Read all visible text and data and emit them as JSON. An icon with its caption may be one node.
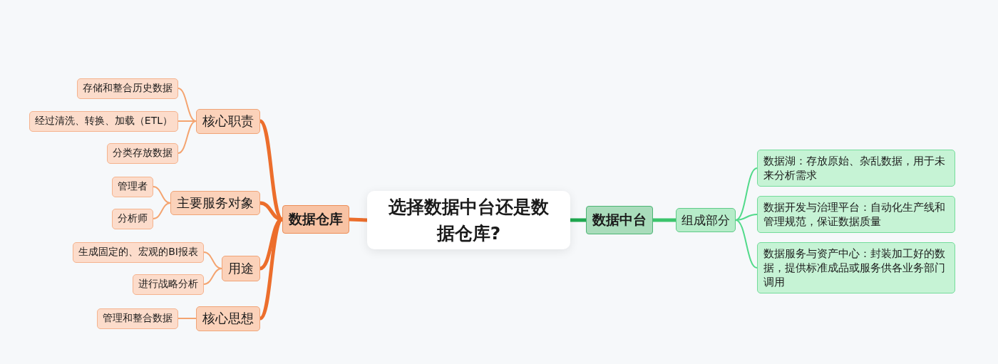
{
  "diagram": {
    "nodes": [
      {
        "text": [
          "选择数据中台还是数据仓库?"
        ]
      },
      {
        "text": [
          "数据仓库"
        ]
      },
      {
        "text": [
          "核心职责"
        ]
      },
      {
        "text": [
          "存储和整合历史数据"
        ]
      },
      {
        "text": [
          "经过清洗、转换、加载（ETL）"
        ]
      },
      {
        "text": [
          "分类存放数据"
        ]
      },
      {
        "text": [
          "主要服务对象"
        ]
      },
      {
        "text": [
          "管理者"
        ]
      },
      {
        "text": [
          "分析师"
        ]
      },
      {
        "text": [
          "用途"
        ]
      },
      {
        "text": [
          "生成固定的、宏观的BI报表"
        ]
      },
      {
        "text": [
          "进行战略分析"
        ]
      },
      {
        "text": [
          "核心思想"
        ]
      },
      {
        "text": [
          "管理和整合数据"
        ]
      },
      {
        "text": [
          "数据中台"
        ]
      },
      {
        "text": [
          "组成部分"
        ]
      },
      {
        "text": [
          "数据湖：存放原始、杂乱数据，用于未来分析需求"
        ]
      },
      {
        "text": [
          "数据开发与治理平台：自动化生产线和管理规范，保证数据质量"
        ]
      },
      {
        "text": [
          "数据服务与资产中心：封装加工好的数据，提供标准成品或服务供各业务部门调用"
        ]
      }
    ],
    "edges": [
      {
        "from": 0,
        "to": 1,
        "arrow": "none",
        "style": "thick",
        "color": "#ec6e2c"
      },
      {
        "from": 1,
        "to": 2,
        "arrow": "none",
        "style": "thick",
        "color": "#ec6e2c"
      },
      {
        "from": 1,
        "to": 6,
        "arrow": "none",
        "style": "thick",
        "color": "#ec6e2c"
      },
      {
        "from": 1,
        "to": 9,
        "arrow": "none",
        "style": "thick",
        "color": "#ec6e2c"
      },
      {
        "from": 1,
        "to": 12,
        "arrow": "none",
        "style": "thick",
        "color": "#ec6e2c"
      },
      {
        "from": 2,
        "to": 3,
        "arrow": "none"
      },
      {
        "from": 2,
        "to": 4,
        "arrow": "none"
      },
      {
        "from": 2,
        "to": 5,
        "arrow": "none"
      },
      {
        "from": 6,
        "to": 7,
        "arrow": "none"
      },
      {
        "from": 6,
        "to": 8,
        "arrow": "none"
      },
      {
        "from": 9,
        "to": 10,
        "arrow": "none"
      },
      {
        "from": 9,
        "to": 11,
        "arrow": "none"
      },
      {
        "from": 12,
        "to": 13,
        "arrow": "none"
      },
      {
        "from": 0,
        "to": 14,
        "arrow": "none",
        "style": "thick",
        "color": "#1ea84f"
      },
      {
        "from": 14,
        "to": 15,
        "arrow": "none",
        "style": "thick",
        "color": "#3cc46c"
      },
      {
        "from": 15,
        "to": 16,
        "arrow": "none",
        "color": "#52da8a"
      },
      {
        "from": 15,
        "to": 17,
        "arrow": "none",
        "color": "#52da8a"
      },
      {
        "from": 15,
        "to": 18,
        "arrow": "none",
        "color": "#52da8a"
      }
    ]
  }
}
